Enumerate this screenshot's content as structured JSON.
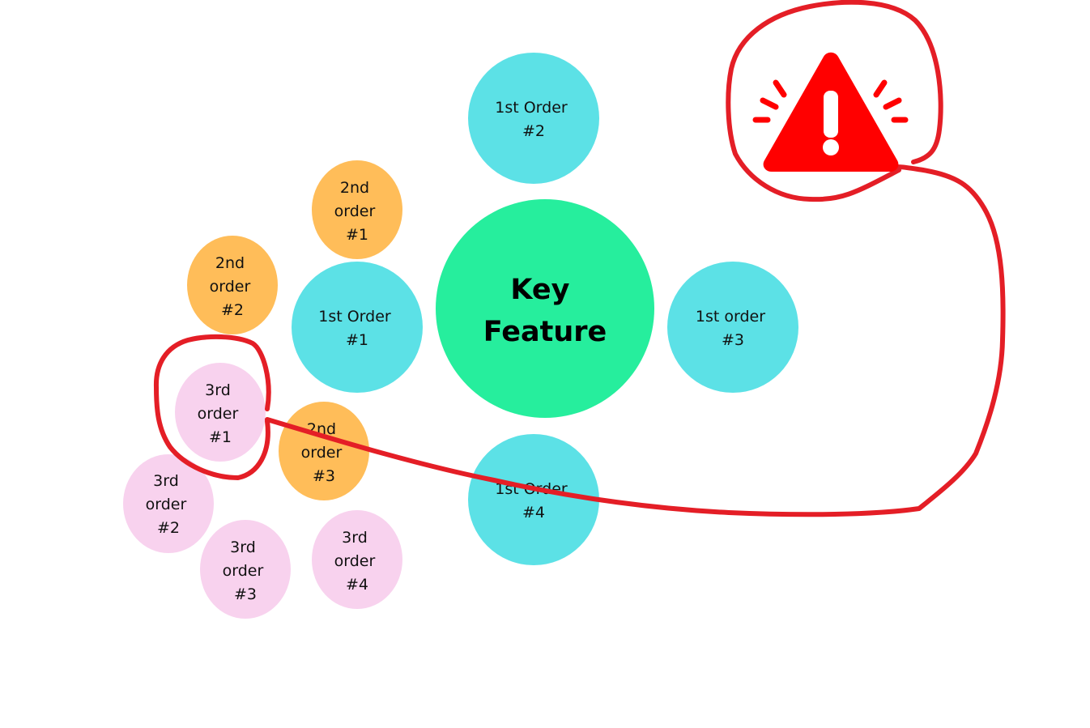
{
  "colors": {
    "key": "#26EE9D",
    "first_order": "#5CE1E6",
    "second_order": "#FFBD59",
    "third_order": "#F8D2EE",
    "annotation": "#E41E26",
    "warning": "#FF0000"
  },
  "icons": {
    "warning": "warning-triangle-icon"
  },
  "key_feature": {
    "lines": [
      "Key",
      "Feature"
    ]
  },
  "first_order": [
    {
      "id": "first-order-1",
      "lines": [
        "1st Order",
        "#1"
      ]
    },
    {
      "id": "first-order-2",
      "lines": [
        "1st Order",
        "#2"
      ]
    },
    {
      "id": "first-order-3",
      "lines": [
        "1st order",
        "#3"
      ]
    },
    {
      "id": "first-order-4",
      "lines": [
        "1st Order",
        "#4"
      ]
    }
  ],
  "second_order": [
    {
      "id": "second-order-1",
      "lines": [
        "2nd",
        "order",
        "#1"
      ]
    },
    {
      "id": "second-order-2",
      "lines": [
        "2nd",
        "order",
        "#2"
      ]
    },
    {
      "id": "second-order-3",
      "lines": [
        "2nd",
        "order",
        "#3"
      ]
    }
  ],
  "third_order": [
    {
      "id": "third-order-1",
      "lines": [
        "3rd",
        "order",
        "#1"
      ]
    },
    {
      "id": "third-order-2",
      "lines": [
        "3rd",
        "order",
        "#2"
      ]
    },
    {
      "id": "third-order-3",
      "lines": [
        "3rd",
        "order",
        "#3"
      ]
    },
    {
      "id": "third-order-4",
      "lines": [
        "3rd",
        "order",
        "#4"
      ]
    }
  ]
}
